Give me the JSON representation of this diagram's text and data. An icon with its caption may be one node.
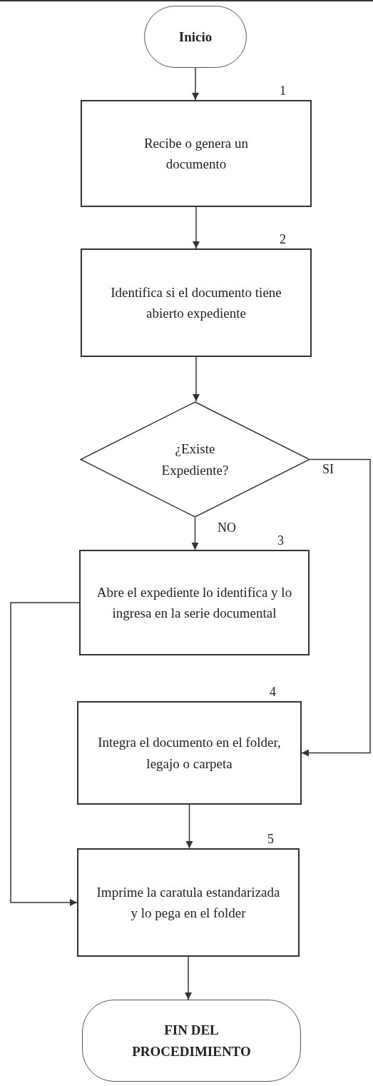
{
  "diagram": {
    "nodes": [
      {
        "text": [
          "Inicio"
        ]
      },
      {
        "text": [
          "Recibe o genera un documento"
        ],
        "beside": [
          "1"
        ]
      },
      {
        "text": [
          "Identifica si el documento tiene abierto expediente"
        ],
        "beside": [
          "2"
        ]
      },
      {
        "text": [
          "¿Existe Expediente?"
        ]
      },
      {
        "text": [
          "Abre el expediente lo identifica y lo ingresa en la serie documental"
        ],
        "beside": [
          "3"
        ]
      },
      {
        "text": [
          "Integra el documento en el folder, legajo o carpeta"
        ],
        "beside": [
          "4"
        ]
      },
      {
        "text": [
          "Imprime la caratula estandarizada y lo pega en el folder"
        ],
        "beside": [
          "5"
        ]
      },
      {
        "text": [
          "FIN DEL PROCEDIMIENTO"
        ]
      }
    ],
    "edges": [
      {
        "from": 0,
        "to": 1,
        "arrow": "to"
      },
      {
        "from": 1,
        "to": 2,
        "arrow": "to"
      },
      {
        "from": 2,
        "to": 3,
        "arrow": "to"
      },
      {
        "from": 3,
        "to": 4,
        "label": "NO",
        "arrow": "to"
      },
      {
        "from": 3,
        "to": 5,
        "label": "SI",
        "arrow": "to"
      },
      {
        "from": 4,
        "to": 6,
        "arrow": "to"
      },
      {
        "from": 5,
        "to": 6,
        "arrow": "to"
      },
      {
        "from": 6,
        "to": 7,
        "arrow": "to"
      }
    ]
  }
}
